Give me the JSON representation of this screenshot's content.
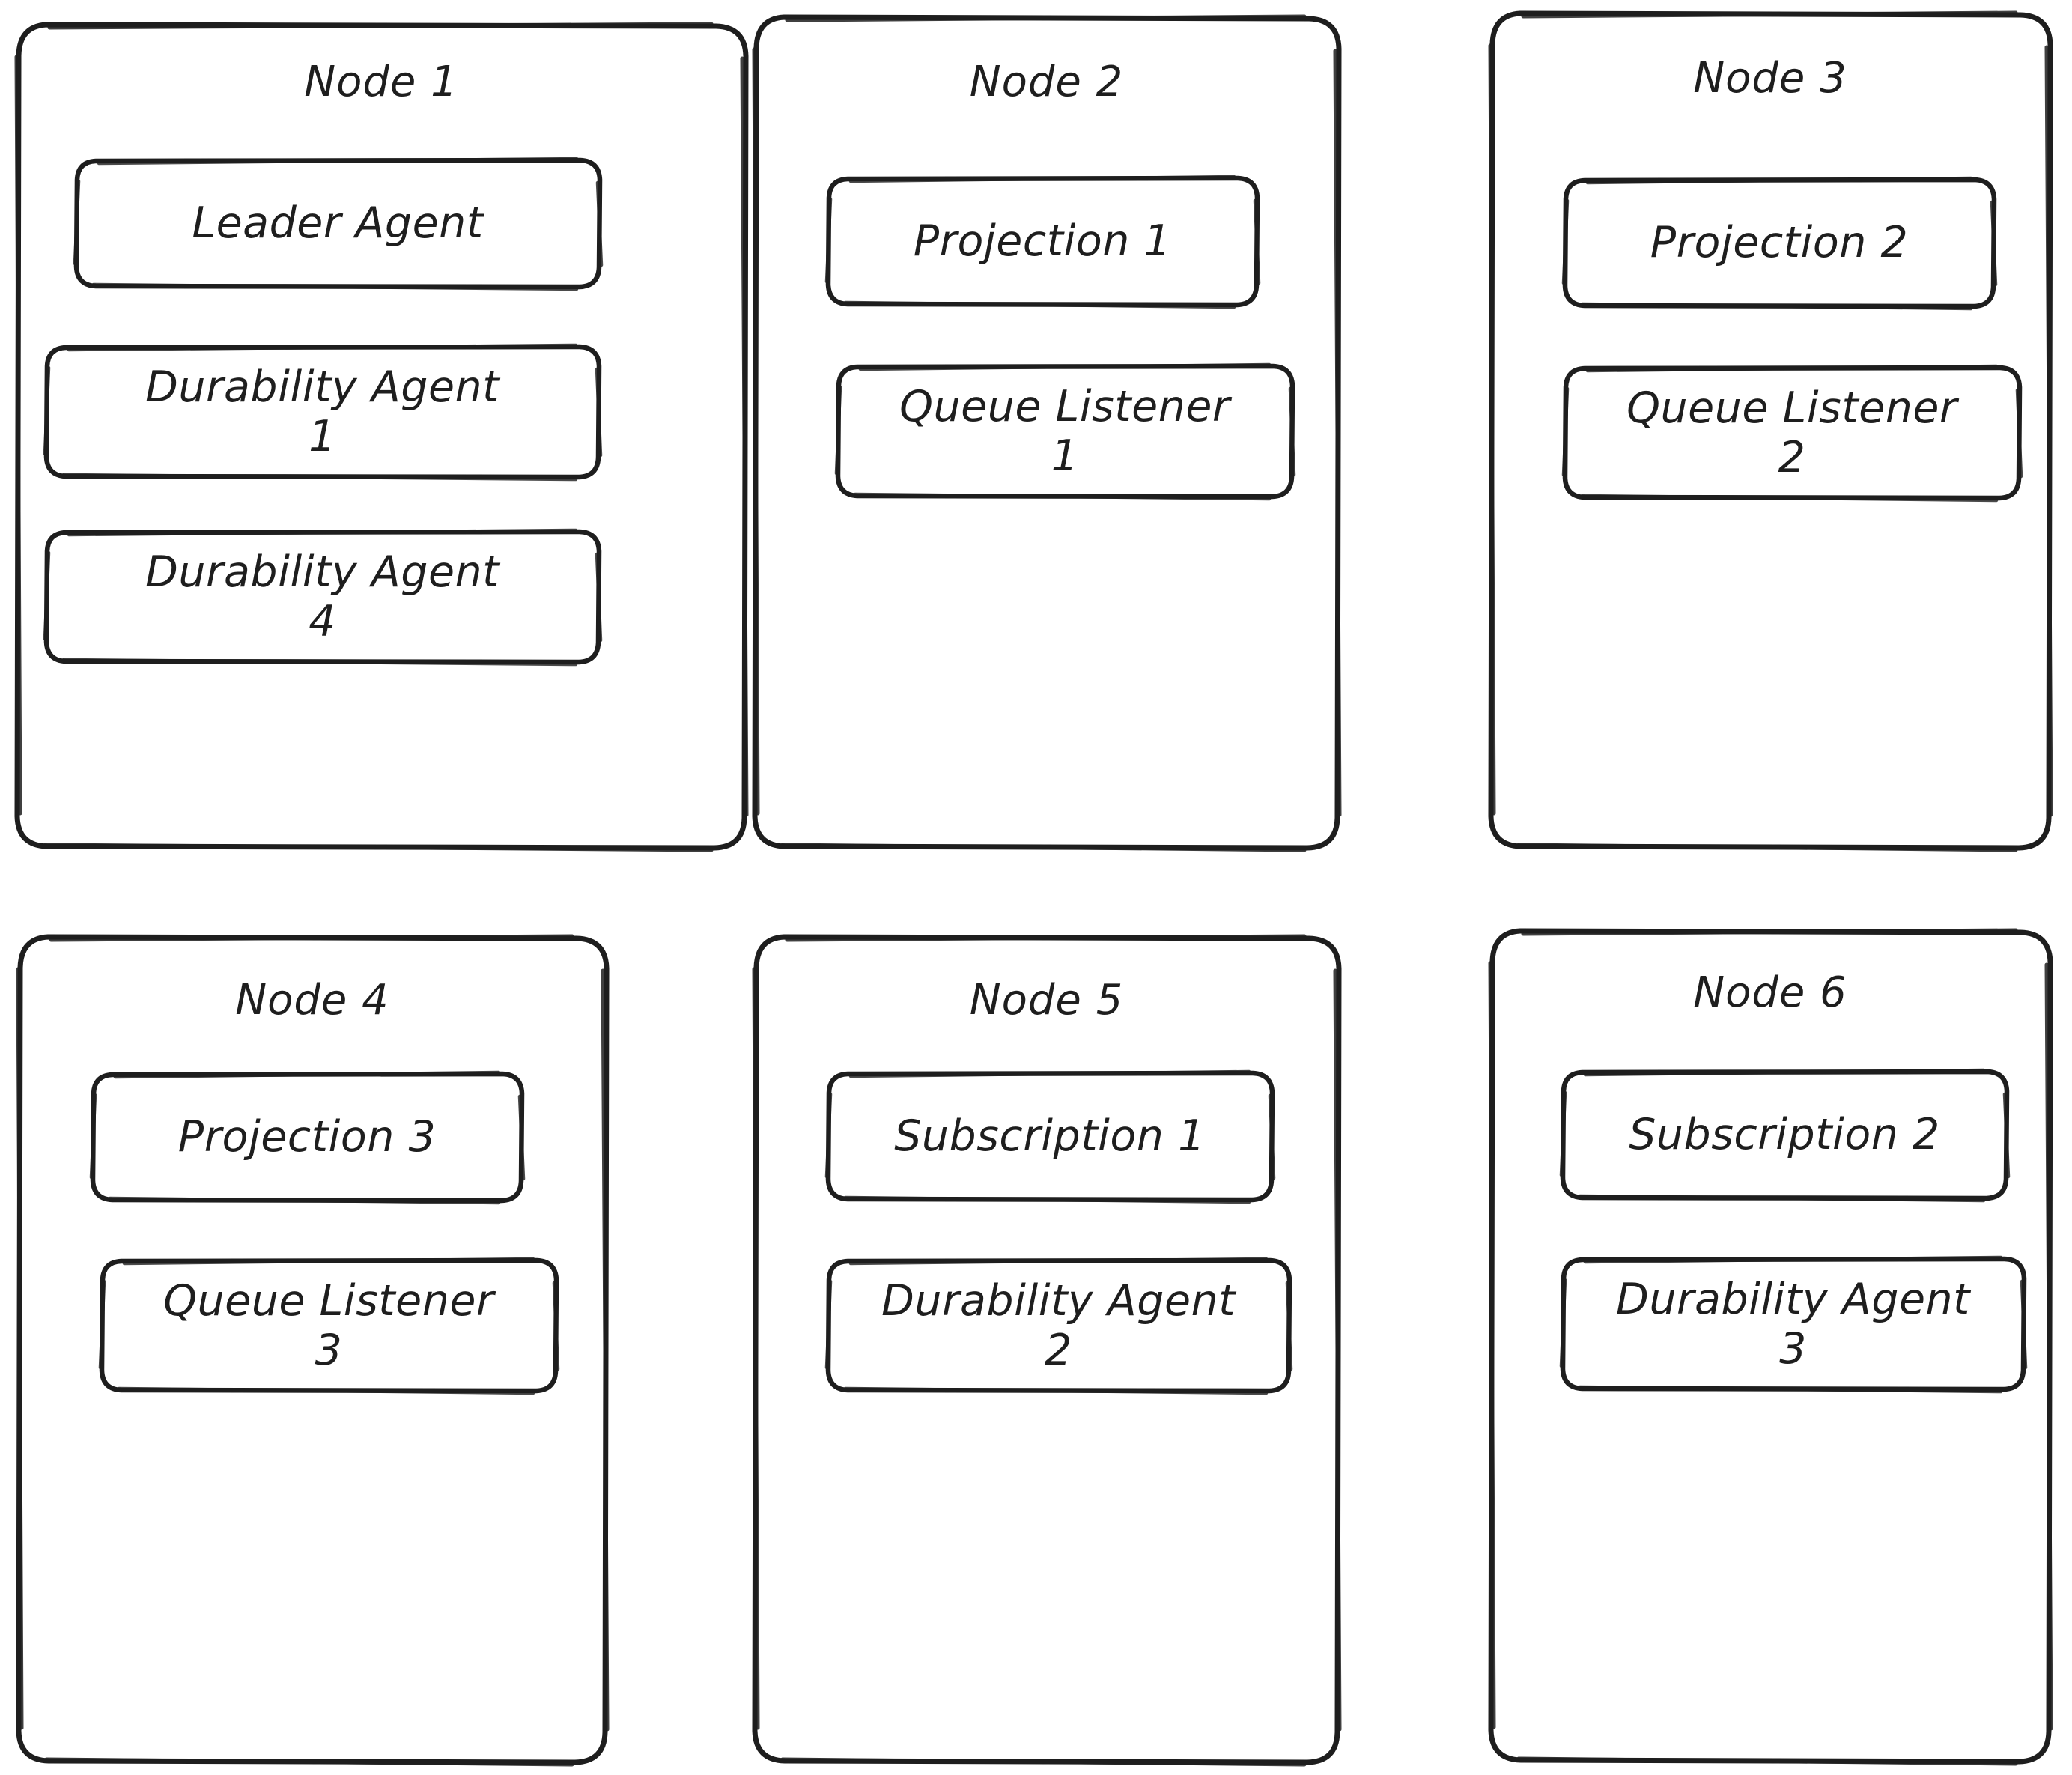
{
  "diagram": {
    "type": "cluster-node-layout",
    "stroke_color": "#1e1e1e",
    "fill_color": "#ffffff",
    "background_color": "#ffffff",
    "style": "hand-drawn",
    "grid": {
      "columns": 3,
      "rows": 2
    }
  },
  "nodes": [
    {
      "title": "Node 1",
      "services": [
        {
          "name": "Leader Agent",
          "lines": [
            "Leader Agent"
          ]
        },
        {
          "name": "Durability Agent 1",
          "lines": [
            "Durability Agent",
            "1"
          ]
        },
        {
          "name": "Durability Agent 4",
          "lines": [
            "Durability Agent",
            "4"
          ]
        }
      ]
    },
    {
      "title": "Node 2",
      "services": [
        {
          "name": "Projection 1",
          "lines": [
            "Projection 1"
          ]
        },
        {
          "name": "Queue Listener 1",
          "lines": [
            "Queue Listener",
            "1"
          ]
        }
      ]
    },
    {
      "title": "Node 3",
      "services": [
        {
          "name": "Projection 2",
          "lines": [
            "Projection 2"
          ]
        },
        {
          "name": "Queue Listener 2",
          "lines": [
            "Queue Listener",
            "2"
          ]
        }
      ]
    },
    {
      "title": "Node 4",
      "services": [
        {
          "name": "Projection 3",
          "lines": [
            "Projection 3"
          ]
        },
        {
          "name": "Queue Listener 3",
          "lines": [
            "Queue Listener",
            "3"
          ]
        }
      ]
    },
    {
      "title": "Node 5",
      "services": [
        {
          "name": "Subscription 1",
          "lines": [
            "Subscription 1"
          ]
        },
        {
          "name": "Durability Agent 2",
          "lines": [
            "Durability Agent",
            "2"
          ]
        }
      ]
    },
    {
      "title": "Node 6",
      "services": [
        {
          "name": "Subscription 2",
          "lines": [
            "Subscription 2"
          ]
        },
        {
          "name": "Durability Agent 3",
          "lines": [
            "Durability Agent",
            "3"
          ]
        }
      ]
    }
  ],
  "labels": {
    "node_1_title": "Node 1",
    "node_2_title": "Node 2",
    "node_3_title": "Node 3",
    "node_4_title": "Node 4",
    "node_5_title": "Node 5",
    "node_6_title": "Node 6",
    "leader_agent": "Leader Agent",
    "durability_agent_1": "Durability Agent\n1",
    "durability_agent_4": "Durability Agent\n4",
    "projection_1": "Projection 1",
    "queue_listener_1": "Queue Listener\n1",
    "projection_2": "Projection 2",
    "queue_listener_2": "Queue Listener\n2",
    "projection_3": "Projection 3",
    "queue_listener_3": "Queue Listener\n3",
    "subscription_1": "Subscription 1",
    "durability_agent_2": "Durability Agent\n2",
    "subscription_2": "Subscription 2",
    "durability_agent_3": "Durability Agent\n3"
  }
}
